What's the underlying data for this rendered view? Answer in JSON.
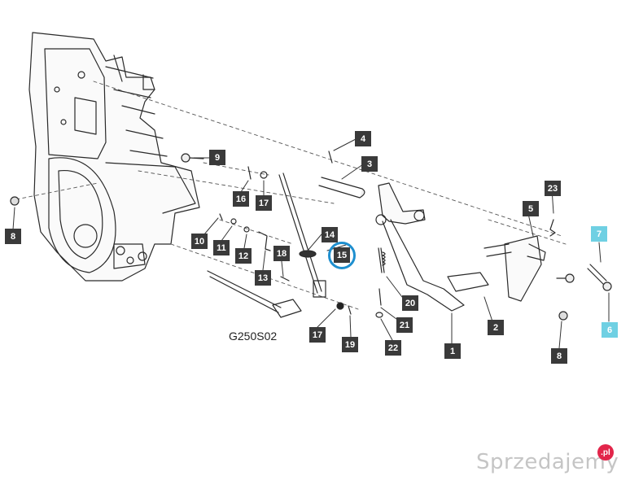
{
  "diagram": {
    "code": "G250S02",
    "callouts": [
      "1",
      "2",
      "3",
      "4",
      "5",
      "6",
      "7",
      "8",
      "8",
      "9",
      "10",
      "11",
      "12",
      "13",
      "14",
      "15",
      "16",
      "17",
      "17",
      "18",
      "19",
      "20",
      "21",
      "22",
      "23"
    ],
    "highlighted": "15",
    "accent_colors": {
      "callout": "#3a3a3a",
      "alt_callout": "#6fd0e3",
      "highlight_ring": "#1e8fcf"
    }
  },
  "watermark": {
    "text": "Sprzedajemy",
    "badge": ".pl"
  }
}
